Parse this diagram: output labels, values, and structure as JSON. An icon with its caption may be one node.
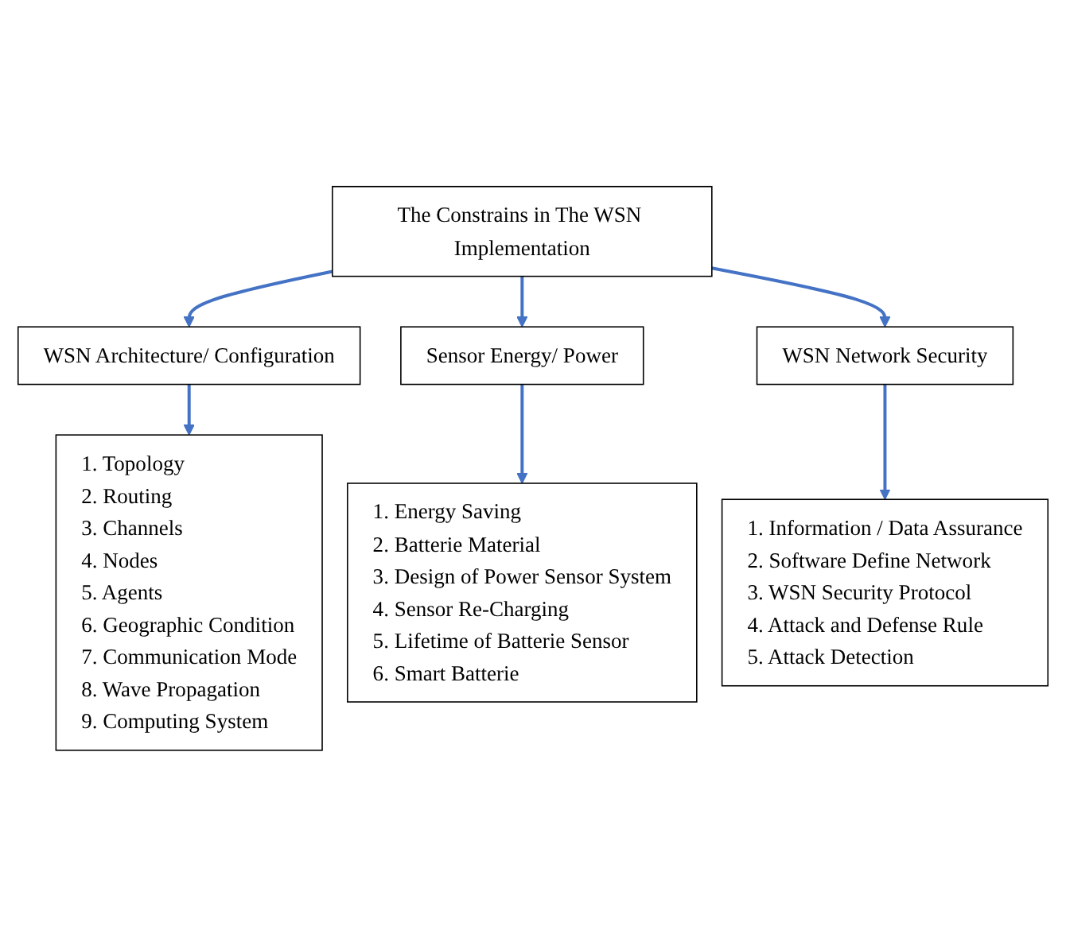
{
  "diagram": {
    "nodes": [
      {
        "text": [
          "The Constrains in The WSN Implementation"
        ]
      },
      {
        "text": [
          "WSN Architecture/ Configuration"
        ]
      },
      {
        "text": [
          "Sensor Energy/ Power"
        ]
      },
      {
        "text": [
          "WSN Network Security"
        ]
      },
      {
        "text": [
          "1. Topology",
          "2. Routing",
          "3. Channels",
          "4. Nodes",
          "5. Agents",
          "6. Geographic Condition",
          "7. Communication Mode",
          "8. Wave Propagation",
          "9. Computing System"
        ]
      },
      {
        "text": [
          "1. Energy Saving",
          "2. Batterie Material",
          "3. Design of Power Sensor System",
          "4. Sensor Re-Charging",
          "5. Lifetime of Batterie Sensor",
          "6. Smart Batterie"
        ]
      },
      {
        "text": [
          "1. Information / Data Assurance",
          "2. Software Define Network",
          "3. WSN Security Protocol",
          "4. Attack and Defense Rule",
          "5. Attack Detection"
        ]
      }
    ],
    "edges": [
      {
        "from": 0,
        "to": 1,
        "arrow": "to"
      },
      {
        "from": 0,
        "to": 2,
        "arrow": "to"
      },
      {
        "from": 0,
        "to": 3,
        "arrow": "to"
      },
      {
        "from": 1,
        "to": 4,
        "arrow": "to"
      },
      {
        "from": 2,
        "to": 5,
        "arrow": "to"
      },
      {
        "from": 3,
        "to": 6,
        "arrow": "to"
      }
    ]
  }
}
